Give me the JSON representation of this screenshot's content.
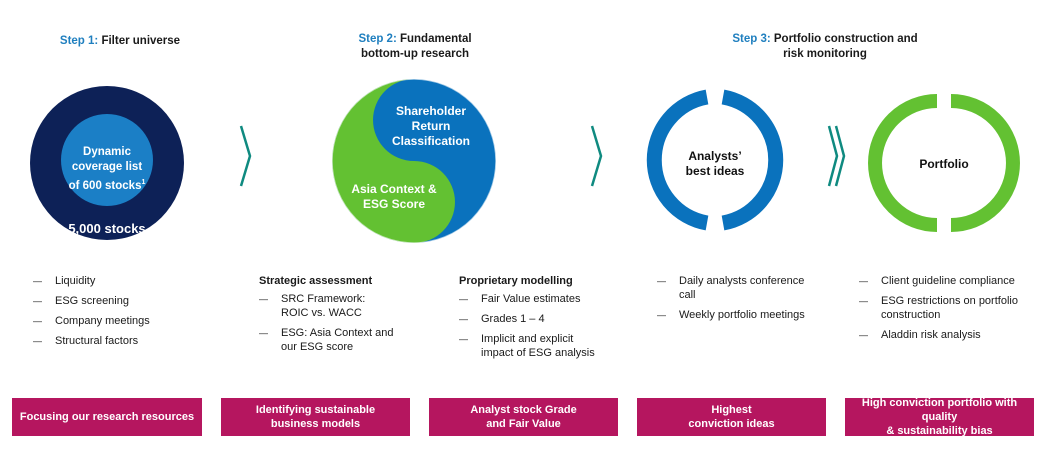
{
  "steps": [
    {
      "num": "Step 1:",
      "text": "Filter universe"
    },
    {
      "num": "Step 2:",
      "text": "Fundamental",
      "text2": "bottom-up research"
    },
    {
      "num": "Step 3:",
      "text": "Portfolio construction and",
      "text2": "risk monitoring"
    }
  ],
  "circle1": {
    "inner_line1": "Dynamic",
    "inner_line2": "coverage list",
    "inner_line3": "of 600 stocks",
    "sup": "1",
    "outer": "5,000 stocks"
  },
  "circle2": {
    "top_line1": "Shareholder",
    "top_line2": "Return",
    "top_line3": "Classification",
    "bottom_line1": "Asia Context &",
    "bottom_line2": "ESG Score"
  },
  "circle3": {
    "line1": "Analysts’",
    "line2": "best ideas"
  },
  "circle4": {
    "line1": "Portfolio"
  },
  "col1": {
    "items": [
      "Liquidity",
      "ESG screening",
      "Company meetings",
      "Structural factors"
    ]
  },
  "col2": {
    "heading": "Strategic assessment",
    "items": [
      "SRC Framework: ROIC vs. WACC",
      "ESG: Asia Context and our ESG score"
    ]
  },
  "col3": {
    "heading": "Proprietary modelling",
    "items": [
      "Fair Value estimates",
      "Grades 1 – 4",
      "Implicit and explicit impact of ESG analysis"
    ]
  },
  "col4": {
    "items": [
      "Daily analysts conference call",
      "Weekly portfolio meetings"
    ]
  },
  "col5": {
    "items": [
      "Client guideline compliance",
      "ESG restrictions on portfolio construction",
      "Aladdin risk analysis"
    ]
  },
  "banners": [
    {
      "line1": "Focusing our research resources",
      "line2": ""
    },
    {
      "line1": "Identifying sustainable",
      "line2": "business models"
    },
    {
      "line1": "Analyst stock Grade",
      "line2": "and Fair Value"
    },
    {
      "line1": "Highest",
      "line2": "conviction ideas"
    },
    {
      "line1": "High conviction portfolio with quality",
      "line2": "& sustainability bias"
    }
  ],
  "colors": {
    "navy": "#0d2157",
    "blue": "#0a72bd",
    "green": "#63c132",
    "magenta": "#b5165f",
    "teal": "#0f8a80"
  }
}
